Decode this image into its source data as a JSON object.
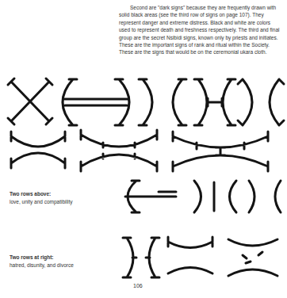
{
  "diagram": {
    "labels": [
      "Second are \"dark signs\" because they are frequently drawn with solid black areas (see the third row of signs on page 107). They represent danger and extreme distress. Black and white are colors used to represent death and freshness respectively. The third and final group are the secret Nsibidi signs, known only by priests and initiates. These are the important signs of rank and ritual within the Society. These are the signs that would be on the ceremonial ukara cloth.",
      "Two rows above:",
      "love, unity and compatibility",
      "Two rows at right:",
      "hatred, disunity, and divorce",
      "106"
    ]
  }
}
